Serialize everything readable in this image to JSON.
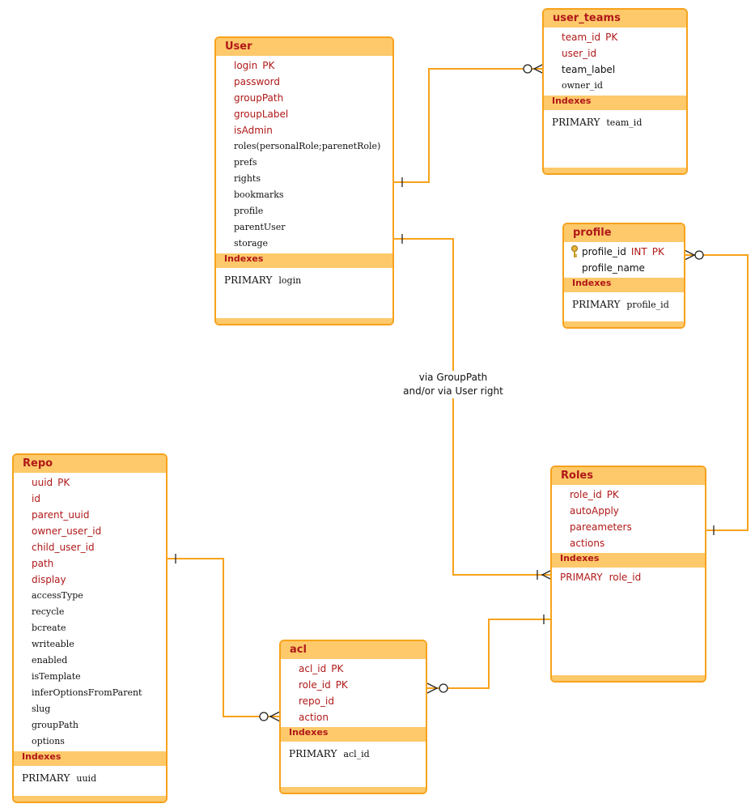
{
  "colors": {
    "border": "#f7a21b",
    "header": "#fdc96b",
    "key_text": "#b01818",
    "wire": "#f7a21b"
  },
  "connector_label": {
    "line1": "via GroupPath",
    "line2": "and/or via User right"
  },
  "user": {
    "title": "User",
    "fields": [
      {
        "name": "login",
        "tag": "PK",
        "kind": "pk"
      },
      {
        "name": "password",
        "kind": "key"
      },
      {
        "name": "groupPath",
        "kind": "key"
      },
      {
        "name": "groupLabel",
        "kind": "key"
      },
      {
        "name": "isAdmin",
        "kind": "key"
      },
      {
        "name": "roles(personalRole;parenetRole)",
        "kind": "plain"
      },
      {
        "name": "prefs",
        "kind": "plain"
      },
      {
        "name": "rights",
        "kind": "plain"
      },
      {
        "name": "bookmarks",
        "kind": "plain"
      },
      {
        "name": "profile",
        "kind": "plain"
      },
      {
        "name": "parentUser",
        "kind": "plain"
      },
      {
        "name": "storage",
        "kind": "plain"
      }
    ],
    "indexes_label": "Indexes",
    "index": {
      "key": "PRIMARY",
      "value": "login"
    }
  },
  "user_teams": {
    "title": "user_teams",
    "fields": [
      {
        "name": "team_id",
        "tag": "PK",
        "kind": "pk"
      },
      {
        "name": "user_id",
        "kind": "key"
      },
      {
        "name": "team_label",
        "kind": "blk"
      },
      {
        "name": "owner_id",
        "kind": "plain"
      }
    ],
    "indexes_label": "Indexes",
    "index": {
      "key": "PRIMARY",
      "value": "team_id"
    }
  },
  "profile": {
    "title": "profile",
    "fields": [
      {
        "name": "profile_id",
        "type": "INT",
        "tag": "PK",
        "kind": "blk",
        "icon": "key-icon"
      },
      {
        "name": "profile_name",
        "kind": "blk"
      }
    ],
    "indexes_label": "Indexes",
    "index": {
      "key": "PRIMARY",
      "value": "profile_id"
    }
  },
  "roles": {
    "title": "Roles",
    "fields": [
      {
        "name": "role_id",
        "tag": "PK",
        "kind": "pk"
      },
      {
        "name": "autoApply",
        "kind": "key"
      },
      {
        "name": "pareameters",
        "kind": "key"
      },
      {
        "name": "actions",
        "kind": "key"
      }
    ],
    "indexes_label": "Indexes",
    "index": {
      "key": "PRIMARY",
      "value": "role_id"
    }
  },
  "repo": {
    "title": "Repo",
    "fields": [
      {
        "name": "uuid",
        "tag": "PK",
        "kind": "pk"
      },
      {
        "name": "id",
        "kind": "key"
      },
      {
        "name": "parent_uuid",
        "kind": "key"
      },
      {
        "name": "owner_user_id",
        "kind": "key"
      },
      {
        "name": "child_user_id",
        "kind": "key"
      },
      {
        "name": "path",
        "kind": "key"
      },
      {
        "name": "display",
        "kind": "key"
      },
      {
        "name": "accessType",
        "kind": "plain"
      },
      {
        "name": "recycle",
        "kind": "plain"
      },
      {
        "name": "bcreate",
        "kind": "plain"
      },
      {
        "name": "writeable",
        "kind": "plain"
      },
      {
        "name": "enabled",
        "kind": "plain"
      },
      {
        "name": "isTemplate",
        "kind": "plain"
      },
      {
        "name": "inferOptionsFromParent",
        "kind": "plain"
      },
      {
        "name": "slug",
        "kind": "plain"
      },
      {
        "name": "groupPath",
        "kind": "plain"
      },
      {
        "name": "options",
        "kind": "plain"
      }
    ],
    "indexes_label": "Indexes",
    "index": {
      "key": "PRIMARY",
      "value": "uuid"
    }
  },
  "acl": {
    "title": "acl",
    "fields": [
      {
        "name": "acl_id",
        "tag": "PK",
        "kind": "pk"
      },
      {
        "name": "role_id",
        "tag": "PK",
        "kind": "pk"
      },
      {
        "name": "repo_id",
        "kind": "key"
      },
      {
        "name": "action",
        "kind": "key"
      }
    ],
    "indexes_label": "Indexes",
    "index": {
      "key": "PRIMARY",
      "value": "acl_id"
    }
  }
}
